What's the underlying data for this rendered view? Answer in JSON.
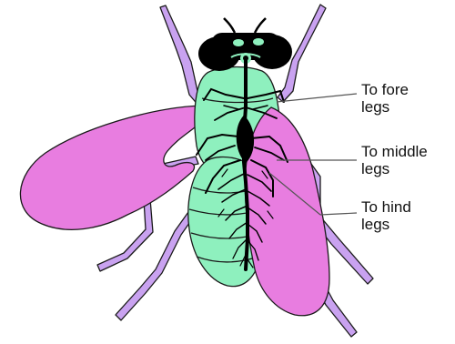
{
  "labels": {
    "fore": {
      "line1": "To fore",
      "line2": "legs"
    },
    "middle": {
      "line1": "To middle",
      "line2": "legs"
    },
    "hind": {
      "line1": "To hind",
      "line2": "legs"
    }
  },
  "colors": {
    "wing": "#e87de0",
    "body": "#8ef0be",
    "leg": "#c9a2f0",
    "outline": "#1a1a1a",
    "nerve": "#000000",
    "pointer": "#555555"
  }
}
